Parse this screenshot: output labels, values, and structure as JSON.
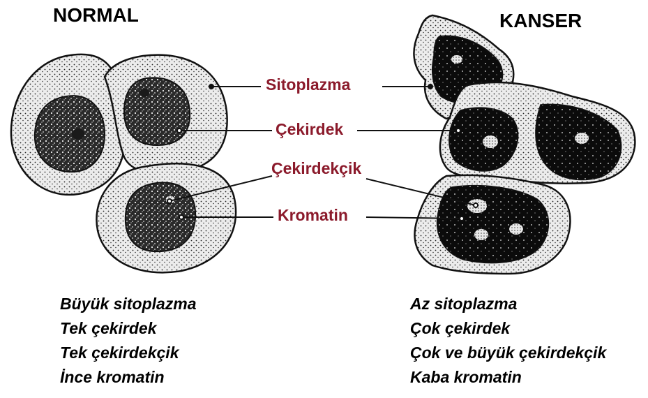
{
  "titles": {
    "normal": "NORMAL",
    "cancer": "KANSER"
  },
  "labels": {
    "sitoplazma": "Sitoplazma",
    "cekirdek": "Çekirdek",
    "cekirdekcik": "Çekirdekçik",
    "kromatin": "Kromatin"
  },
  "normal_traits": [
    "Büyük sitoplazma",
    "Tek çekirdek",
    "Tek çekirdekçik",
    "İnce kromatin"
  ],
  "cancer_traits": [
    "Az sitoplazma",
    "Çok çekirdek",
    "Çok ve büyük çekirdekçik",
    "Kaba kromatin"
  ],
  "colors": {
    "label": "#8b1a2b",
    "cytoplasm": "#e9e9e9",
    "nucleus_normal": "#3a3a3a",
    "nucleus_cancer": "#0c0c0c",
    "outline": "#111111"
  }
}
